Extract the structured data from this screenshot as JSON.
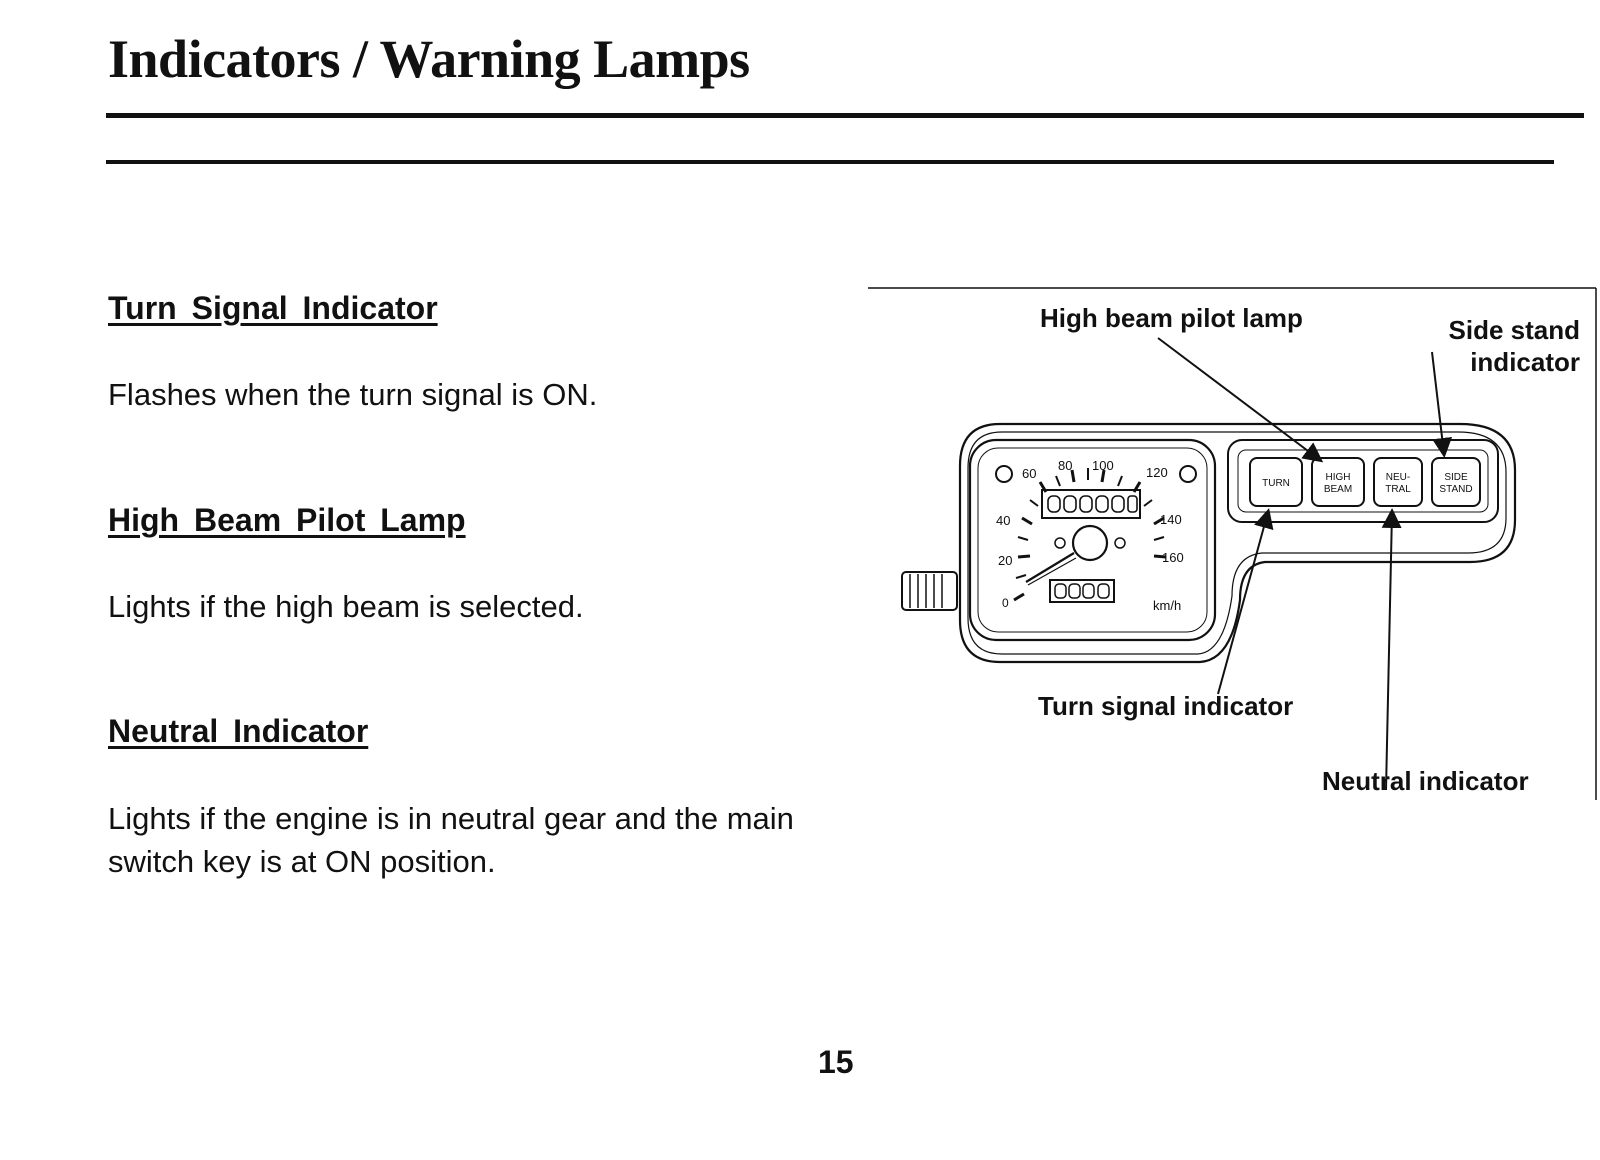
{
  "page": {
    "title": "Indicators / Warning Lamps",
    "page_number": "15"
  },
  "sections": [
    {
      "heading": "Turn Signal Indicator",
      "body": "Flashes when the turn signal is ON."
    },
    {
      "heading": "High Beam Pilot Lamp",
      "body": "Lights if the high beam is selected."
    },
    {
      "heading": "Neutral Indicator",
      "body": "Lights if the engine is in neutral gear and the main switch key is at ON position."
    }
  ],
  "figure": {
    "callouts": {
      "high_beam": "High beam pilot lamp",
      "side_stand": "Side stand indicator",
      "turn_signal": "Turn signal indicator",
      "neutral": "Neutral indicator"
    },
    "speed_labels": [
      "20",
      "40",
      "60",
      "80",
      "100",
      "120",
      "140",
      "160"
    ],
    "unit": "km/h",
    "lamp_labels": {
      "turn": "TURN",
      "high_beam_1": "HIGH",
      "high_beam_2": "BEAM",
      "neutral_1": "NEU-",
      "neutral_2": "TRAL",
      "side_stand_1": "SIDE",
      "side_stand_2": "STAND"
    }
  }
}
